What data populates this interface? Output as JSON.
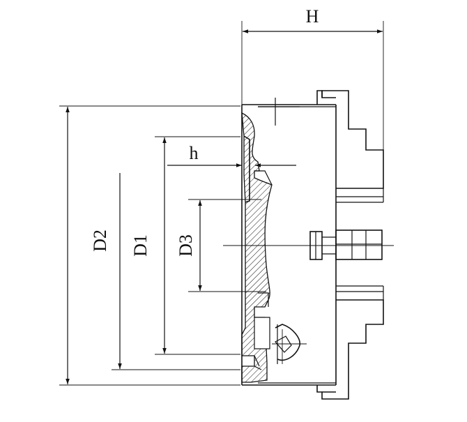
{
  "labels": {
    "H": "H",
    "h": "h",
    "D1": "D1",
    "D2": "D2",
    "D3": "D3"
  },
  "colors": {
    "line": "#111111",
    "background": "#ffffff"
  }
}
